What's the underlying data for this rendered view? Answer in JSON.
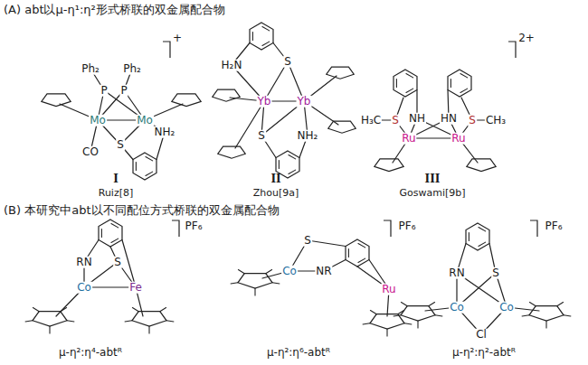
{
  "diagram": {
    "labels": [
      "(A) abt以μ-η¹:η²形式桥联的双金属配合物",
      "Ph₂",
      "Ph₂",
      "P",
      "P",
      "Mo",
      "Mo",
      "+",
      "CO",
      "S",
      "NH₂",
      "I",
      "Ruiz[8]",
      "H₂N",
      "S",
      "Yb",
      "Yb",
      "S",
      "NH₂",
      "II",
      "Zhou[9a]",
      "2+",
      "H₃C",
      "S",
      "NH",
      "HN",
      "S",
      "CH₃",
      "Ru",
      "Ru",
      "III",
      "Goswami[9b]",
      "(B) 本研究中abt以不同配位方式桥联的双金属配合物",
      "PF₆",
      "RN",
      "S",
      "Co",
      "Fe",
      "μ-η²:η⁴-abtᴿ",
      "PF₆",
      "S",
      "Co",
      "NR",
      "Ru",
      "μ-η²:η⁶-abtᴿ",
      "PF₆",
      "RN",
      "S",
      "Co",
      "Co",
      "Cl",
      "μ-η²:η²-abtᴿ"
    ]
  }
}
